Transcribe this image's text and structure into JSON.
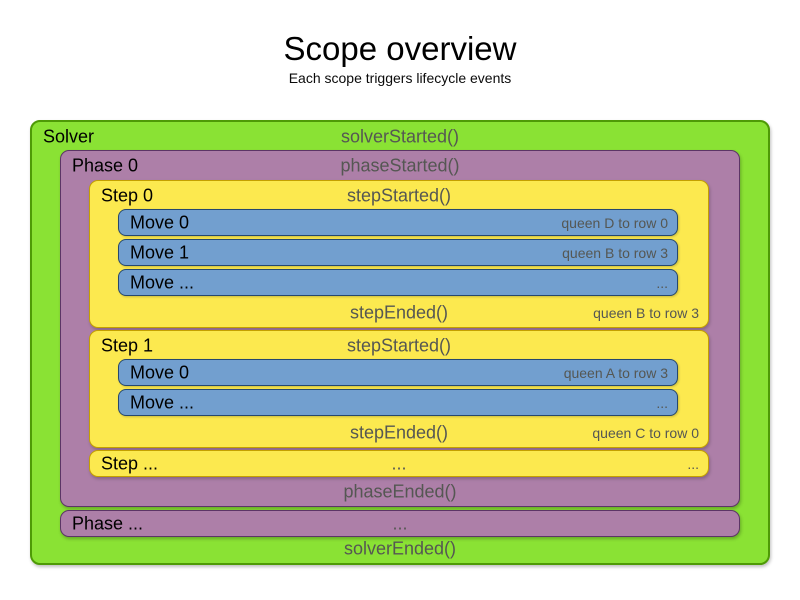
{
  "title": "Scope overview",
  "subtitle": "Each scope triggers lifecycle events",
  "colors": {
    "solver_fill": "#8ae234",
    "solver_border": "#4e9a06",
    "phase_fill": "#ad7fa8",
    "phase_border": "#5c3566",
    "step_fill": "#fce94f",
    "step_border": "#c4a000",
    "move_fill": "#729fcf",
    "move_border": "#26486e",
    "event_text": "#555753",
    "label_text": "#000000"
  },
  "solver": {
    "label": "Solver",
    "started": "solverStarted()",
    "ended": "solverEnded()",
    "phase0": {
      "label": "Phase 0",
      "started": "phaseStarted()",
      "ended": "phaseEnded()",
      "steps": [
        {
          "label": "Step 0",
          "started": "stepStarted()",
          "ended": "stepEnded()",
          "ended_note": "queen B to row 3",
          "moves": [
            {
              "label": "Move 0",
              "note": "queen D to row 0"
            },
            {
              "label": "Move 1",
              "note": "queen B to row 3"
            },
            {
              "label": "Move ...",
              "note": "..."
            }
          ]
        },
        {
          "label": "Step 1",
          "started": "stepStarted()",
          "ended": "stepEnded()",
          "ended_note": "queen C to row 0",
          "moves": [
            {
              "label": "Move 0",
              "note": "queen A to row 3"
            },
            {
              "label": "Move ...",
              "note": "..."
            }
          ]
        }
      ],
      "more_steps": {
        "label": "Step ...",
        "center": "...",
        "right": "..."
      }
    },
    "more_phases": {
      "label": "Phase ...",
      "center": "..."
    }
  }
}
